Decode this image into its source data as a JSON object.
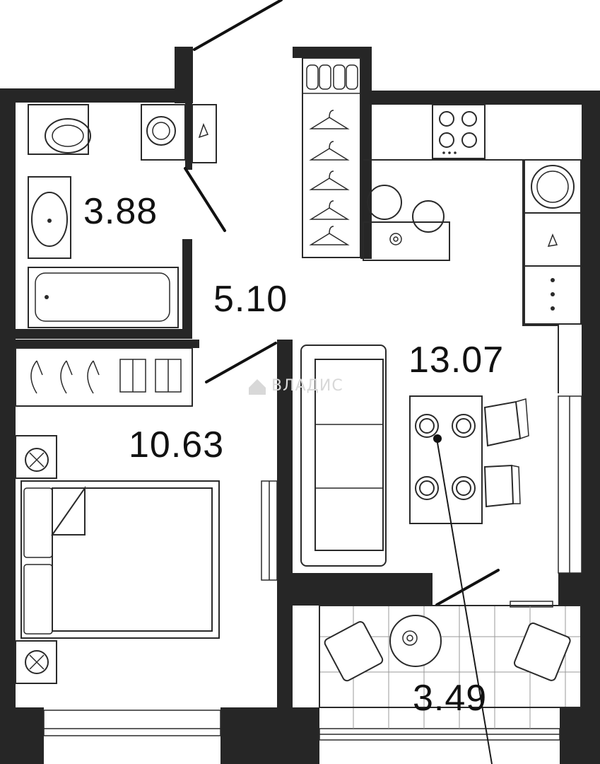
{
  "rooms": [
    {
      "id": "bathroom",
      "area": "3.88"
    },
    {
      "id": "hallway",
      "area": "5.10"
    },
    {
      "id": "kitchen-living",
      "area": "13.07"
    },
    {
      "id": "bedroom",
      "area": "10.63"
    },
    {
      "id": "balcony",
      "area": "3.49"
    }
  ],
  "watermark": {
    "text": "ВЛАДИС"
  },
  "colors": {
    "wall": "#262626",
    "line": "#2a2a2a",
    "background": "#ffffff",
    "watermark": "#d8d8d8"
  }
}
